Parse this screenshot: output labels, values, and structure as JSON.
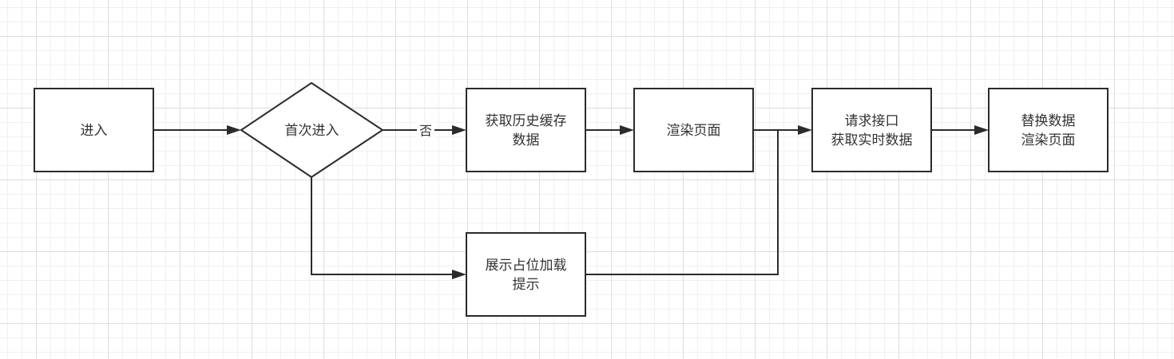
{
  "nodes": {
    "enter": {
      "lines": [
        "进入"
      ]
    },
    "first_entry": {
      "lines": [
        "首次进入"
      ]
    },
    "fetch_cache": {
      "lines": [
        "获取历史缓存",
        "数据"
      ]
    },
    "render_page": {
      "lines": [
        "渲染页面"
      ]
    },
    "request_api": {
      "lines": [
        "请求接口",
        "获取实时数据"
      ]
    },
    "replace_data": {
      "lines": [
        "替换数据",
        "渲染页面"
      ]
    },
    "show_placeholder": {
      "lines": [
        "展示占位加载",
        "提示"
      ]
    }
  },
  "edges": {
    "no_label": "否"
  },
  "colors": {
    "stroke": "#2b2b2b",
    "text": "#333333",
    "grid_major": "#dddddd",
    "grid_minor": "#f0f0f0"
  }
}
